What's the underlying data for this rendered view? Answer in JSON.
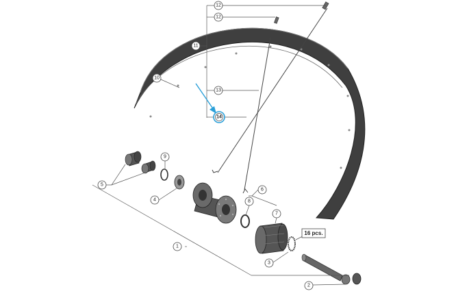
{
  "callouts": {
    "c1": "1",
    "c2": "2",
    "c3": "3",
    "c4": "4",
    "c5": "5",
    "c6": "6",
    "c7": "7",
    "c8": "8",
    "c9": "9",
    "c10": "10",
    "c11": "11",
    "c12a": "12",
    "c12b": "12",
    "c13": "13",
    "c14": "14"
  },
  "note_box": "16 pcs.",
  "colors": {
    "highlight": "#2a9fd8",
    "leader": "#555555",
    "part": "#3c3c3c"
  }
}
